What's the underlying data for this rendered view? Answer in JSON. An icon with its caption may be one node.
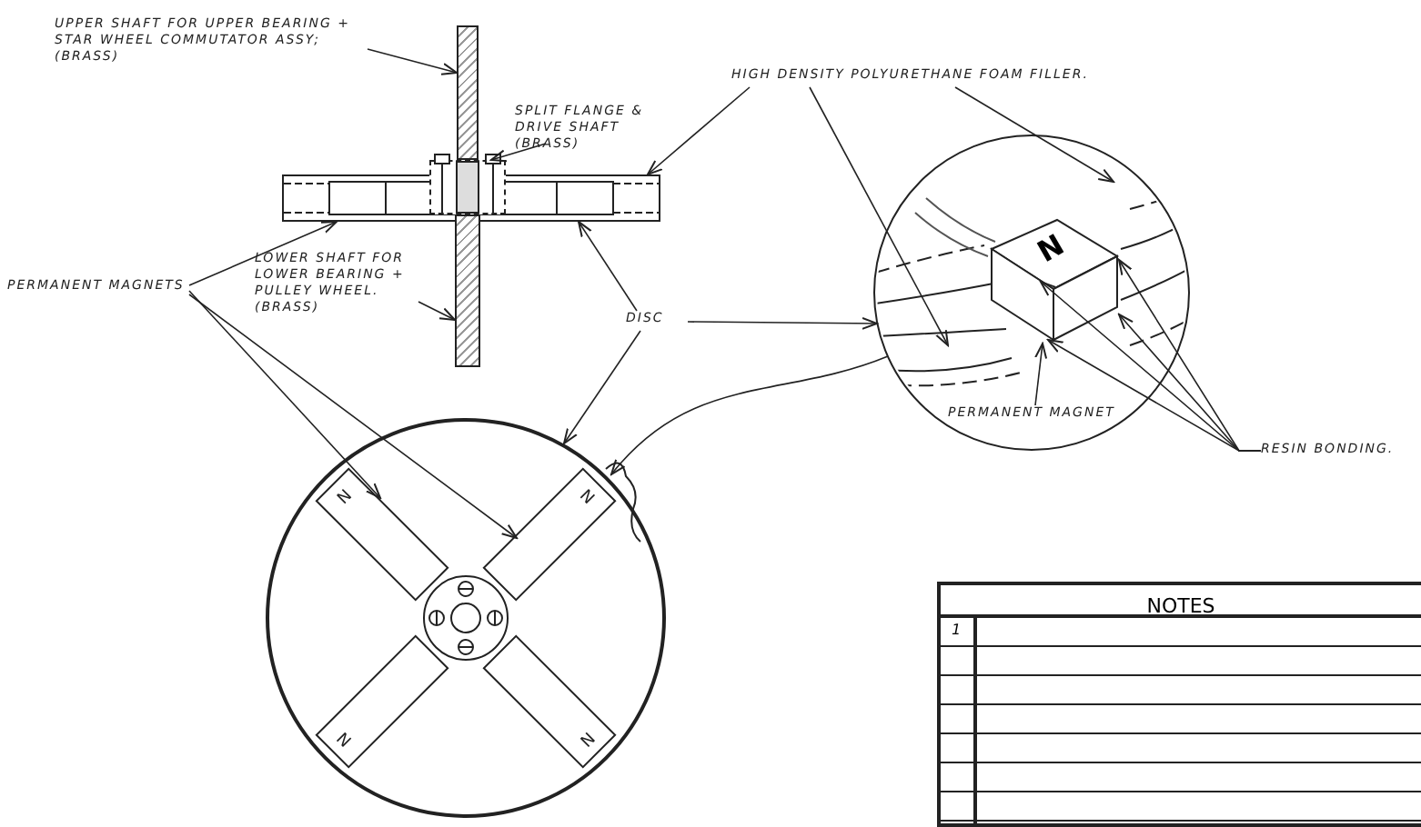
{
  "diagram": {
    "nodes": [
      {
        "text": [
          "UPPER SHAFT FOR UPPER BEARING + STAR WHEEL COMMUTATOR ASSY; (BRASS)"
        ]
      },
      {
        "text": [
          "SPLIT FLANGE & DRIVE SHAFT (BRASS)"
        ]
      },
      {
        "text": [
          "HIGH DENSITY POLYURETHANE FOAM FILLER."
        ]
      },
      {
        "text": [
          "PERMANENT MAGNETS"
        ]
      },
      {
        "text": [
          "LOWER SHAFT FOR LOWER BEARING + PULLEY WHEEL. (BRASS)"
        ]
      },
      {
        "text": [
          "DISC"
        ]
      },
      {
        "text": [
          "PERMANENT MAGNET"
        ],
        "in": 13
      },
      {
        "text": [
          "RESIN BONDING."
        ]
      },
      {
        "text": [],
        "shape": "bar"
      },
      {
        "text": [],
        "shape": "box"
      },
      {
        "text": [],
        "shape": "bar"
      },
      {
        "text": [],
        "shape": "bar"
      },
      {
        "text": [],
        "shape": "circle"
      },
      {
        "text": [],
        "shape": "circle"
      },
      {
        "text": [
          "N"
        ],
        "in": 12
      },
      {
        "text": [
          "N"
        ],
        "in": 12
      },
      {
        "text": [
          "N"
        ],
        "in": 12
      },
      {
        "text": [
          "N"
        ],
        "in": 12
      },
      {
        "text": [
          "N"
        ],
        "in": 13
      }
    ],
    "edges": [
      {
        "from": 0,
        "to": 8,
        "arrow": "to"
      },
      {
        "from": 1,
        "to": 9,
        "arrow": "to"
      },
      {
        "from": 2,
        "to": 10,
        "arrow": "to"
      },
      {
        "from": 2,
        "to": 13,
        "arrow": "to"
      },
      {
        "from": 2,
        "to": 13,
        "arrow": "to"
      },
      {
        "from": 3,
        "to": 10,
        "arrow": "to"
      },
      {
        "from": 3,
        "to": 14,
        "arrow": "to"
      },
      {
        "from": 3,
        "to": 15,
        "arrow": "to"
      },
      {
        "from": 4,
        "to": 11,
        "arrow": "to"
      },
      {
        "from": 5,
        "to": 10,
        "arrow": "to"
      },
      {
        "from": 5,
        "to": 12,
        "arrow": "to"
      },
      {
        "from": 5,
        "to": 13,
        "arrow": "to"
      },
      {
        "from": 6,
        "to": 18,
        "arrow": "to"
      },
      {
        "from": 7,
        "to": 18,
        "arrow": "to"
      },
      {
        "from": 7,
        "to": 18,
        "arrow": "to"
      },
      {
        "from": 7,
        "to": 18,
        "arrow": "to"
      },
      {
        "from": 7,
        "to": 18,
        "arrow": "to"
      },
      {
        "from": 13,
        "to": 12,
        "arrow": "to"
      }
    ],
    "labels": [
      "NOTES",
      "1"
    ]
  }
}
